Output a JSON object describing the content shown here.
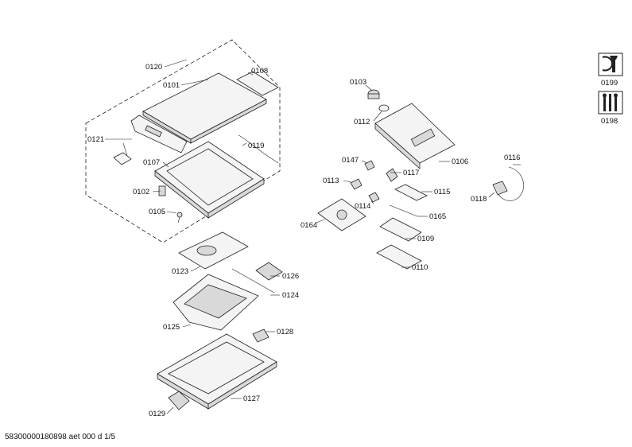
{
  "footer": "58300000180898 aet 000 d 1/5",
  "parts": {
    "p0120": "0120",
    "p0101": "0101",
    "p0108": "0108",
    "p0121": "0121",
    "p0119": "0119",
    "p0107": "0107",
    "p0102": "0102",
    "p0105": "0105",
    "p0123": "0123",
    "p0126": "0126",
    "p0124": "0124",
    "p0125": "0125",
    "p0128": "0128",
    "p0127": "0127",
    "p0129": "0129",
    "p0103": "0103",
    "p0112": "0112",
    "p0106": "0106",
    "p0147": "0147",
    "p0117": "0117",
    "p0113": "0113",
    "p0115": "0115",
    "p0114": "0114",
    "p0164": "0164",
    "p0165": "0165",
    "p0109": "0109",
    "p0110": "0110",
    "p0116": "0116",
    "p0118": "0118",
    "p0199": "0199",
    "p0198": "0198"
  },
  "icons": {
    "repair": "wrench-repair-icon",
    "tools": "tool-set-icon"
  }
}
